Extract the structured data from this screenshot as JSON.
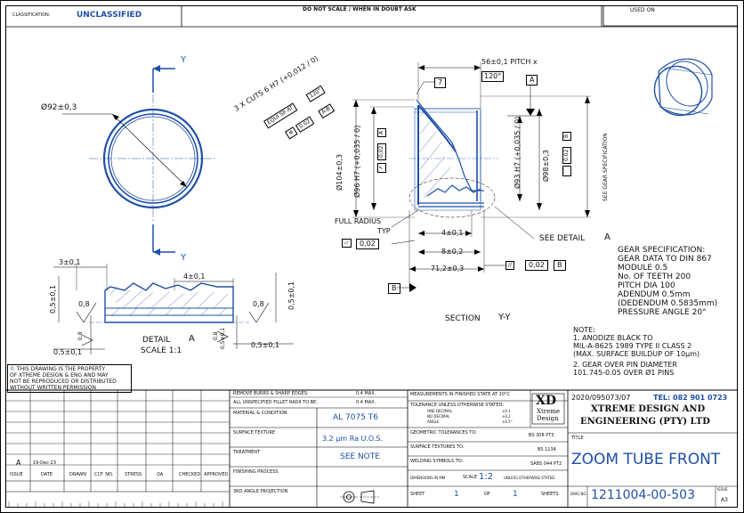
{
  "header": {
    "classification_label": "CLASSIFICATION:",
    "classification_value": "UNCLASSIFIED",
    "do_not_scale": "DO NOT SCALE / WHEN IN DOUBT ASK",
    "used_on": "USED ON"
  },
  "drawing": {
    "section_marker": "Y",
    "outer_dia": "Ø92±0,3",
    "cuts_note": "3 X CUTS 6 H7 (+0,012 / 0)",
    "equi_sp": "EQUI SP AT",
    "angle_120": "120°",
    "pos_tol": "0,02",
    "pos_ref": "A-B",
    "pitch_dim": "56±0,1 PITCH x",
    "pitch_angle": "120°",
    "datum_a": "A",
    "datum_b": "B",
    "box_7": "7",
    "dia_104": "Ø104±0,3",
    "dia_96": "Ø96 H7 (+0,035 / 0)",
    "runout_a": "0,02",
    "runout_a_ref": "A",
    "dia_93": "Ø93 H7 (+0,035 / 0)",
    "dia_98": "Ø98±0,3",
    "runout_b": "0,02",
    "runout_b_ref": "B",
    "gear_spec_side": "SEE GEAR SPECIFICATION",
    "full_radius": "FULL RADIUS",
    "typ": "TYP",
    "flatness": "0,02",
    "dim_4": "4±0,1",
    "dim_8": "8±0,2",
    "dim_71": "71,2±0,3",
    "see_detail": "SEE DETAIL",
    "detail_letter": "A",
    "parallel_tol": "0,02",
    "parallel_ref": "B",
    "section_label": "SECTION",
    "section_name": "Y-Y",
    "detail_dim_3": "3±0,1",
    "detail_dim_4": "4±0,1",
    "detail_dim_05a": "0,5±0,1",
    "detail_dim_05b": "0,5±0,1",
    "detail_dim_05c": "0,5±0,1",
    "detail_dim_05d": "0,5±0,1",
    "detail_dim_05e": "0,5±0,1",
    "finish_08a": "0,8",
    "finish_08b": "0,8",
    "finish_08c": "0,8",
    "finish_08d": "0,8",
    "detail_title": "DETAIL",
    "detail_scale": "SCALE 1:1"
  },
  "gear_spec": {
    "lines": [
      "GEAR SPECIFICATION:",
      "GEAR DATA TO DIN 867",
      "MODULE 0.5",
      "No. OF TEETH 200",
      "PITCH DIA 100",
      "ADENDUM 0.5mm",
      "(DEDENDUM 0.5835mm)",
      "PRESSURE ANGLE 20°"
    ]
  },
  "notes": {
    "lines": [
      "NOTE:",
      "1. ANODIZE BLACK TO",
      "MIL-A-8625 1989 TYPE II CLASS 2",
      "(MAX. SURFACE BUILDUP OF 10µm)",
      "2. GEAR OVER PIN DIAMETER",
      "101.745-0.05 OVER Ø1 PINS"
    ]
  },
  "property": {
    "lines": [
      "THIS DRAWING IS THE PROPERTY",
      "OF XTREME DESIGN & ENG AND MAY",
      "NOT BE REPRODUCED OR DISTRIBUTED",
      "WITHOUT WRITTEN PERMISSION"
    ]
  },
  "revision": {
    "issue": "A",
    "date": "19-Dec-23",
    "headers": [
      "ISSUE",
      "DATE",
      "DRAWN",
      "CCF. NO.",
      "STRESS",
      "QA",
      "CHECKED",
      "APPROVED"
    ]
  },
  "title_block": {
    "remove_burrs": "REMOVE BURRS & SHARP EDGES:",
    "remove_burrs_val": "0.4 MAX.",
    "fillet": "ALL UNSPECIFIED FILLET RADII TO BE:",
    "fillet_val": "0.4 MAX.",
    "material_label": "MATERIAL & CONDITION",
    "material_value": "AL 7075 T6",
    "surface_label": "SURFACE TEXTURE",
    "surface_value": "3.2 µm Ra U.O.S.",
    "treatment_label": "TREATMENT",
    "treatment_value": "SEE NOTE",
    "finishing_label": "FINISHING PROCESS",
    "projection_label": "3RD ANGLE PROJECTION",
    "measurements": "MEASUREMENTS IN FINISHED STATE AT 20°C",
    "tolerance": "TOLERANCE UNLESS OTHERWISE STATED:",
    "one_dec": "ONE DECIMAL",
    "one_dec_val": "±0.1",
    "no_dec": "NO DECIMAL",
    "no_dec_val": "±0.2",
    "angle": "ANGLE",
    "angle_val": "±0.5°",
    "geo_tol": "GEOMETRIC TOLERANCES TO:",
    "geo_tol_val": "BS 308 PT3",
    "surf_tex": "SURFACE TEXTURES TO:",
    "surf_tex_val": "BS 1134",
    "weld": "WELDING SYMBOLS TO:",
    "weld_val": "SABS 044 PT2",
    "dims": "DIMENSIONS IN MM",
    "scale_label": "SCALE",
    "scale_value": "1:2",
    "scale_note": "UNLESS OTHERWISE STATED",
    "sheet_label": "SHEET",
    "sheet_value": "1",
    "of_label": "OF",
    "sheets_value": "1",
    "sheets_label": "SHEETS",
    "logo_line1": "XD",
    "logo_line2": "Xtreme",
    "logo_line3": "Design",
    "ref_no": "2020/095073/07",
    "tel": "TEL: 082 901 0723",
    "company1": "XTREME DESIGN AND",
    "company2": "ENGINEERING (PTY) LTD",
    "title_label": "TITLE",
    "title_value": "ZOOM TUBE FRONT",
    "dwg_label": "DWG NO.",
    "dwg_value": "1211004-00-503",
    "issue_label": "ISSUE",
    "size_value": "A3"
  }
}
